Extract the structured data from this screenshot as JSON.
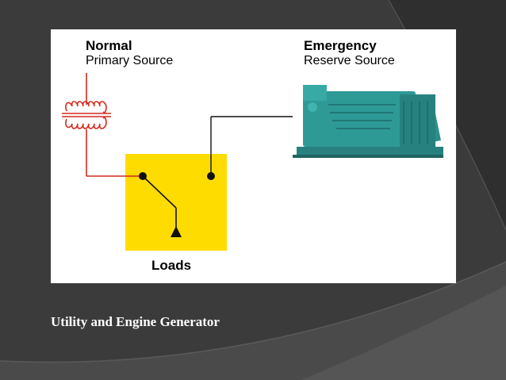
{
  "diagram": {
    "normal_title": "Normal",
    "normal_subtitle": "Primary Source",
    "emergency_title": "Emergency",
    "emergency_subtitle": "Reserve Source",
    "loads_label": "Loads"
  },
  "caption": "Utility and Engine Generator",
  "colors": {
    "slide_background": "#3b3b3b",
    "normal_wire": "#d42a1e",
    "emergency_wire": "#111111",
    "switch_box": "#ffdc00",
    "generator": "#2e9a96",
    "caption_text": "#ffffff"
  }
}
